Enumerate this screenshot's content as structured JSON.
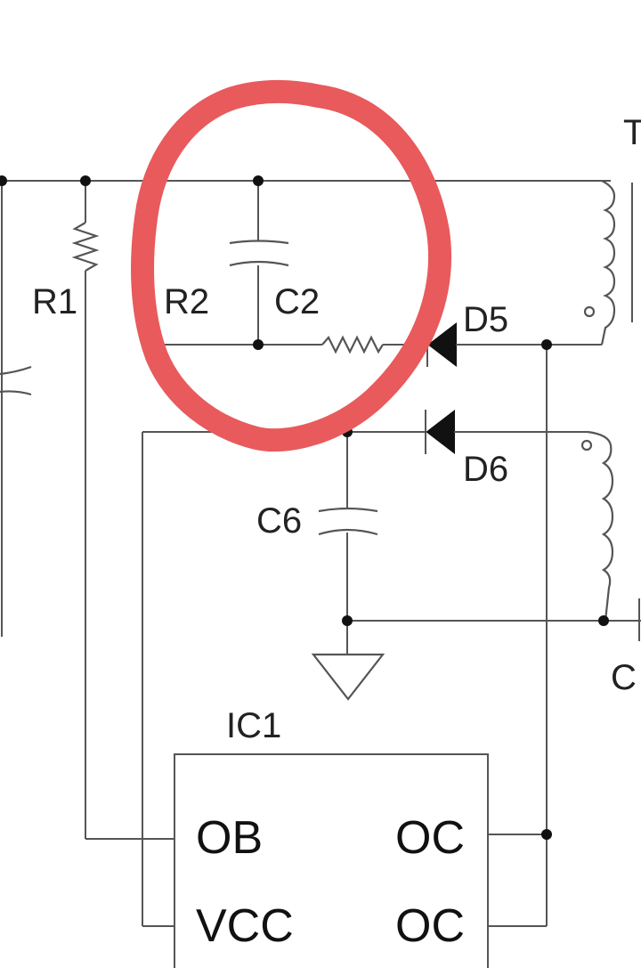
{
  "labels": {
    "t": "T",
    "r1": "R1",
    "r2": "R2",
    "c2": "C2",
    "d5": "D5",
    "d6": "D6",
    "c6": "C6",
    "ic1": "IC1",
    "c_edge": "C",
    "pin_ob": "OB",
    "pin_vcc": "VCC",
    "pin_oc_top": "OC",
    "pin_oc_bottom": "OC"
  },
  "colors": {
    "wire": "#555555",
    "text": "#222222",
    "highlight": "#e85a5c"
  },
  "annotation": {
    "shape": "hand-drawn-circle",
    "encircles": [
      "R2",
      "C2"
    ]
  }
}
